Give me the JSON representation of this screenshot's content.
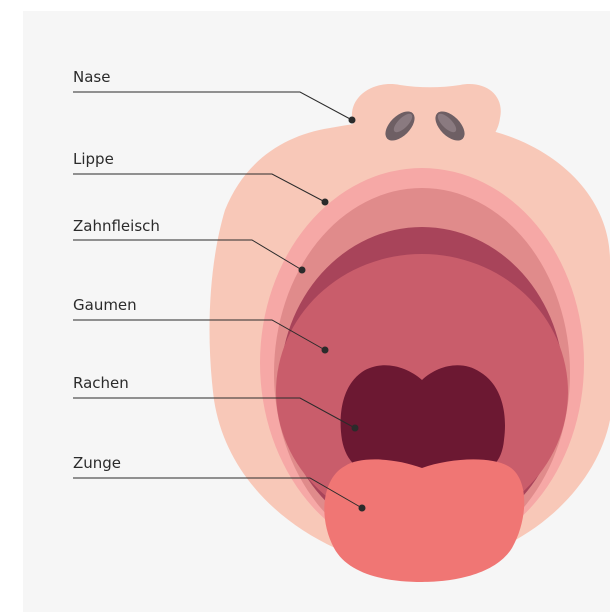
{
  "diagram": {
    "labels": [
      {
        "id": "nase",
        "text": "Nase"
      },
      {
        "id": "lippe",
        "text": "Lippe"
      },
      {
        "id": "zahnfleisch",
        "text": "Zahnfleisch"
      },
      {
        "id": "gaumen",
        "text": "Gaumen"
      },
      {
        "id": "rachen",
        "text": "Rachen"
      },
      {
        "id": "zunge",
        "text": "Zunge"
      }
    ]
  },
  "colors": {
    "background": "#f6f6f6",
    "skin": "#f8c8b8",
    "nostril": "#6e5f64",
    "lip": "#f6a8a6",
    "gum": "#e08b8b",
    "palate_shadow": "#a8445a",
    "palate": "#c95d6b",
    "throat": "#6c1832",
    "tongue": "#f07674",
    "leader_line": "#2b2b2b"
  }
}
